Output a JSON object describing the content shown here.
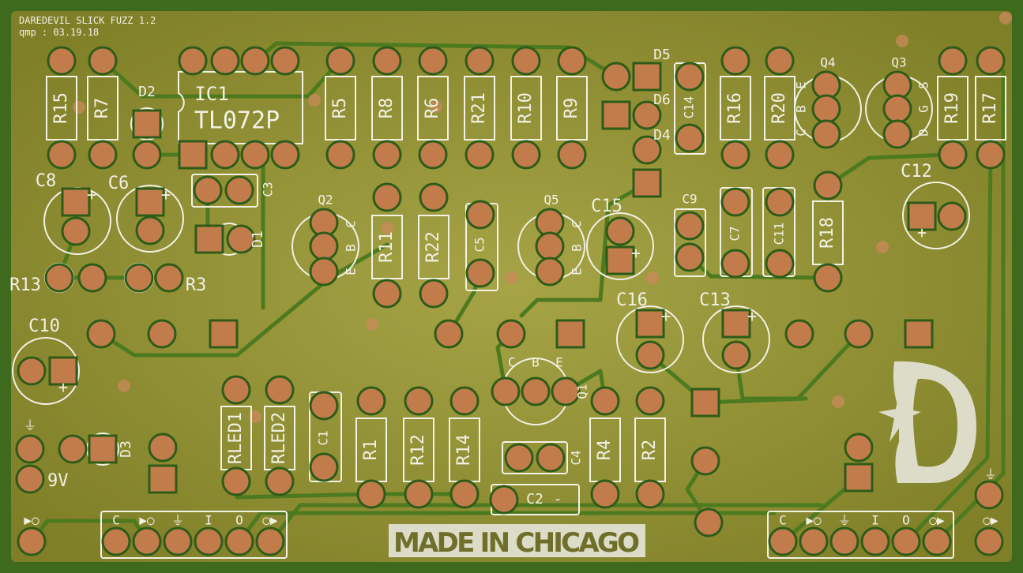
{
  "board": {
    "title": "DAREDEVIL SLICK FUZZ 1.2",
    "subtitle": "qmp : 03.19.18",
    "made_in": "MADE IN CHICAGO",
    "logo_text": "D"
  },
  "refdes": {
    "R15": "R15",
    "R7": "R7",
    "R5": "R5",
    "R8": "R8",
    "R6": "R6",
    "R21": "R21",
    "R10": "R10",
    "R9": "R9",
    "R16": "R16",
    "R20": "R20",
    "R19": "R19",
    "R17": "R17",
    "R11": "R11",
    "R22": "R22",
    "R18": "R18",
    "RLED1": "RLED1",
    "RLED2": "RLED2",
    "R1": "R1",
    "R12": "R12",
    "R14": "R14",
    "R4": "R4",
    "R2": "R2",
    "R13": "R13",
    "R3": "R3",
    "IC1": "IC1",
    "D1": "D1",
    "D2": "D2",
    "D3": "D3",
    "D4": "D4",
    "D5": "D5",
    "D6": "D6",
    "C1": "C1",
    "C2": "C2",
    "C3": "C3",
    "C4": "C4",
    "C5": "C5",
    "C6": "C6",
    "C7": "C7",
    "C8": "C8",
    "C9": "C9",
    "C10": "C10",
    "C11": "C11",
    "C12": "C12",
    "C13": "C13",
    "C14": "C14",
    "C15": "C15",
    "C16": "C16",
    "Q1": "Q1",
    "Q2": "Q2",
    "Q3": "Q3",
    "Q4": "Q4",
    "Q5": "Q5"
  },
  "ic1_part": "TL072P",
  "pins": {
    "ebc": [
      "E",
      "B",
      "C"
    ],
    "cbe": [
      "C",
      "B",
      "E"
    ],
    "dgs": [
      "D",
      "G",
      "S"
    ],
    "minus": "-",
    "plus": "+"
  },
  "power": {
    "voltage": "9V"
  },
  "connector": {
    "labels": [
      "C",
      "▶○",
      "⏚",
      "I",
      "O",
      "○▶"
    ]
  },
  "colors": {
    "board": "#9a9838",
    "mask_edge": "#3d6a1c",
    "copper": "#c27c4b",
    "silkscreen": "#f1f1e4"
  }
}
